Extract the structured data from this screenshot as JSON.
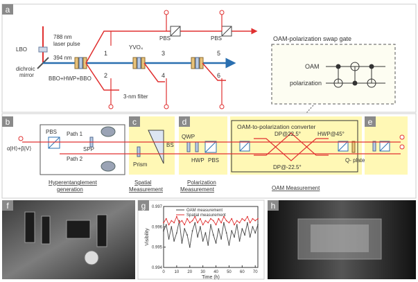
{
  "panels": {
    "a": "a",
    "b": "b",
    "c": "c",
    "d": "d",
    "e": "e",
    "f": "f",
    "g": "g",
    "h": "h"
  },
  "panel_a": {
    "laser_label_1": "788 nm",
    "laser_label_2": "laser pulse",
    "lbo": "LBO",
    "wavelength": "394 nm",
    "dichroic_1": "dichroic",
    "dichroic_2": "mirror",
    "bbo_stack": "BBO+HWP+BBO",
    "yvo4": "YVO₄",
    "pbs_1": "PBS",
    "pbs_2": "PBS",
    "filter": "3-nm filter",
    "detectors": [
      "1",
      "2",
      "3",
      "4",
      "5",
      "6"
    ]
  },
  "swap_gate": {
    "title": "OAM-polarization swap gate",
    "oam": "OAM",
    "polarization": "polarization"
  },
  "panel_b": {
    "input": "α|H⟩+β|V⟩",
    "pbs": "PBS",
    "path1": "Path 1",
    "path2": "Path 2",
    "spp": "SPP",
    "caption_1": "Hyperentanglement",
    "caption_2": "generation"
  },
  "panel_c": {
    "bs": "BS",
    "prism": "Prism",
    "caption_1": "Spatial",
    "caption_2": "Measurement"
  },
  "panel_d": {
    "qwp": "QWP",
    "hwp": "HWP",
    "pbs": "PBS",
    "caption_1": "Polarization",
    "caption_2": "Measurement"
  },
  "converter": {
    "title": "OAM-to-polarization converter",
    "dp1": "DP@22.5°",
    "dp2": "DP@-22.5°",
    "hwp": "HWP@45°",
    "qplate": "Q- plate",
    "caption": "OAM Measurement"
  },
  "chart_data": {
    "type": "line",
    "title": "",
    "xlabel": "Time (h)",
    "ylabel": "Visibility",
    "xlim": [
      0,
      72
    ],
    "ylim": [
      0.994,
      0.997
    ],
    "x_ticks": [
      "0",
      "10",
      "20",
      "30",
      "40",
      "50",
      "60",
      "70"
    ],
    "y_ticks": [
      "0.994",
      "0.995",
      "0.996",
      "0.997"
    ],
    "legend_position": "top",
    "series": [
      {
        "name": "OAM measurement",
        "color": "#444444",
        "x": [
          0,
          2,
          4,
          6,
          8,
          10,
          12,
          14,
          16,
          18,
          20,
          22,
          24,
          26,
          28,
          30,
          32,
          34,
          36,
          38,
          40,
          42,
          44,
          46,
          48,
          50,
          52,
          54,
          56,
          58,
          60,
          62,
          64,
          66,
          68,
          70,
          72
        ],
        "values": [
          0.9958,
          0.9961,
          0.9954,
          0.996,
          0.9953,
          0.9957,
          0.9963,
          0.9952,
          0.9959,
          0.9956,
          0.995,
          0.9958,
          0.9962,
          0.9955,
          0.996,
          0.9953,
          0.9957,
          0.9951,
          0.9961,
          0.9956,
          0.9952,
          0.9959,
          0.9954,
          0.9962,
          0.9957,
          0.9951,
          0.9958,
          0.9955,
          0.9961,
          0.9953,
          0.9959,
          0.9956,
          0.9962,
          0.9955,
          0.996,
          0.9957,
          0.9961
        ]
      },
      {
        "name": "Spatial measurement",
        "color": "#e03030",
        "x": [
          0,
          2,
          4,
          6,
          8,
          10,
          12,
          14,
          16,
          18,
          20,
          22,
          24,
          26,
          28,
          30,
          32,
          34,
          36,
          38,
          40,
          42,
          44,
          46,
          48,
          50,
          52,
          54,
          56,
          58,
          60,
          62,
          64,
          66,
          68,
          70,
          72
        ],
        "values": [
          0.9962,
          0.9964,
          0.9961,
          0.9963,
          0.9962,
          0.9965,
          0.9962,
          0.9963,
          0.9961,
          0.9964,
          0.9962,
          0.9963,
          0.9965,
          0.9962,
          0.9964,
          0.9961,
          0.9963,
          0.9962,
          0.9964,
          0.9963,
          0.9961,
          0.9964,
          0.9962,
          0.9965,
          0.9963,
          0.9962,
          0.9964,
          0.9961,
          0.9963,
          0.9962,
          0.9964,
          0.9963,
          0.9965,
          0.9962,
          0.9964,
          0.9963,
          0.9964
        ]
      }
    ]
  }
}
